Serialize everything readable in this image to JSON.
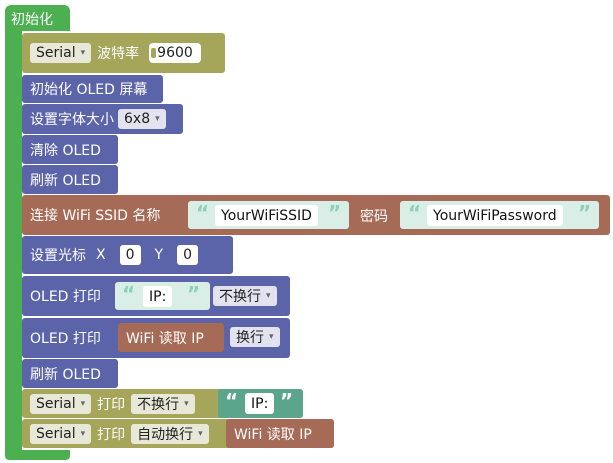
{
  "colors": {
    "setup": "#4caf50",
    "serial": "#a5a65a",
    "oled": "#5b63a9",
    "wifi": "#a66b56",
    "text_block": "#5ba58c",
    "text_field": "#d9eee6"
  },
  "setup": {
    "label": "初始化"
  },
  "serial_baud": {
    "port": "Serial",
    "label": "波特率",
    "value": "9600"
  },
  "oled_init": {
    "label": "初始化 OLED 屏幕"
  },
  "oled_font": {
    "label": "设置字体大小",
    "value": "6x8"
  },
  "oled_clear": {
    "label": "清除 OLED"
  },
  "oled_refresh_1": {
    "label": "刷新 OLED"
  },
  "wifi_connect": {
    "label": "连接 WiFi  SSID 名称",
    "ssid": "YourWiFiSSID",
    "pwd_label": "密码",
    "password": "YourWiFiPassword"
  },
  "oled_cursor": {
    "label": "设置光标",
    "x_label": "X",
    "x_value": "0",
    "y_label": "Y",
    "y_value": "0"
  },
  "oled_print_1": {
    "label": "OLED 打印",
    "text": "IP:",
    "mode": "不换行"
  },
  "oled_print_2": {
    "label": "OLED 打印",
    "value_block": "WiFi 读取 IP",
    "mode": "换行"
  },
  "oled_refresh_2": {
    "label": "刷新 OLED"
  },
  "serial_print_1": {
    "port": "Serial",
    "label": "打印",
    "mode": "不换行",
    "text": "IP:"
  },
  "serial_print_2": {
    "port": "Serial",
    "label": "打印",
    "mode": "自动换行",
    "value_block": "WiFi 读取 IP"
  },
  "icons": {
    "quote_open": "“",
    "quote_close": "”",
    "dropdown": "▾"
  }
}
